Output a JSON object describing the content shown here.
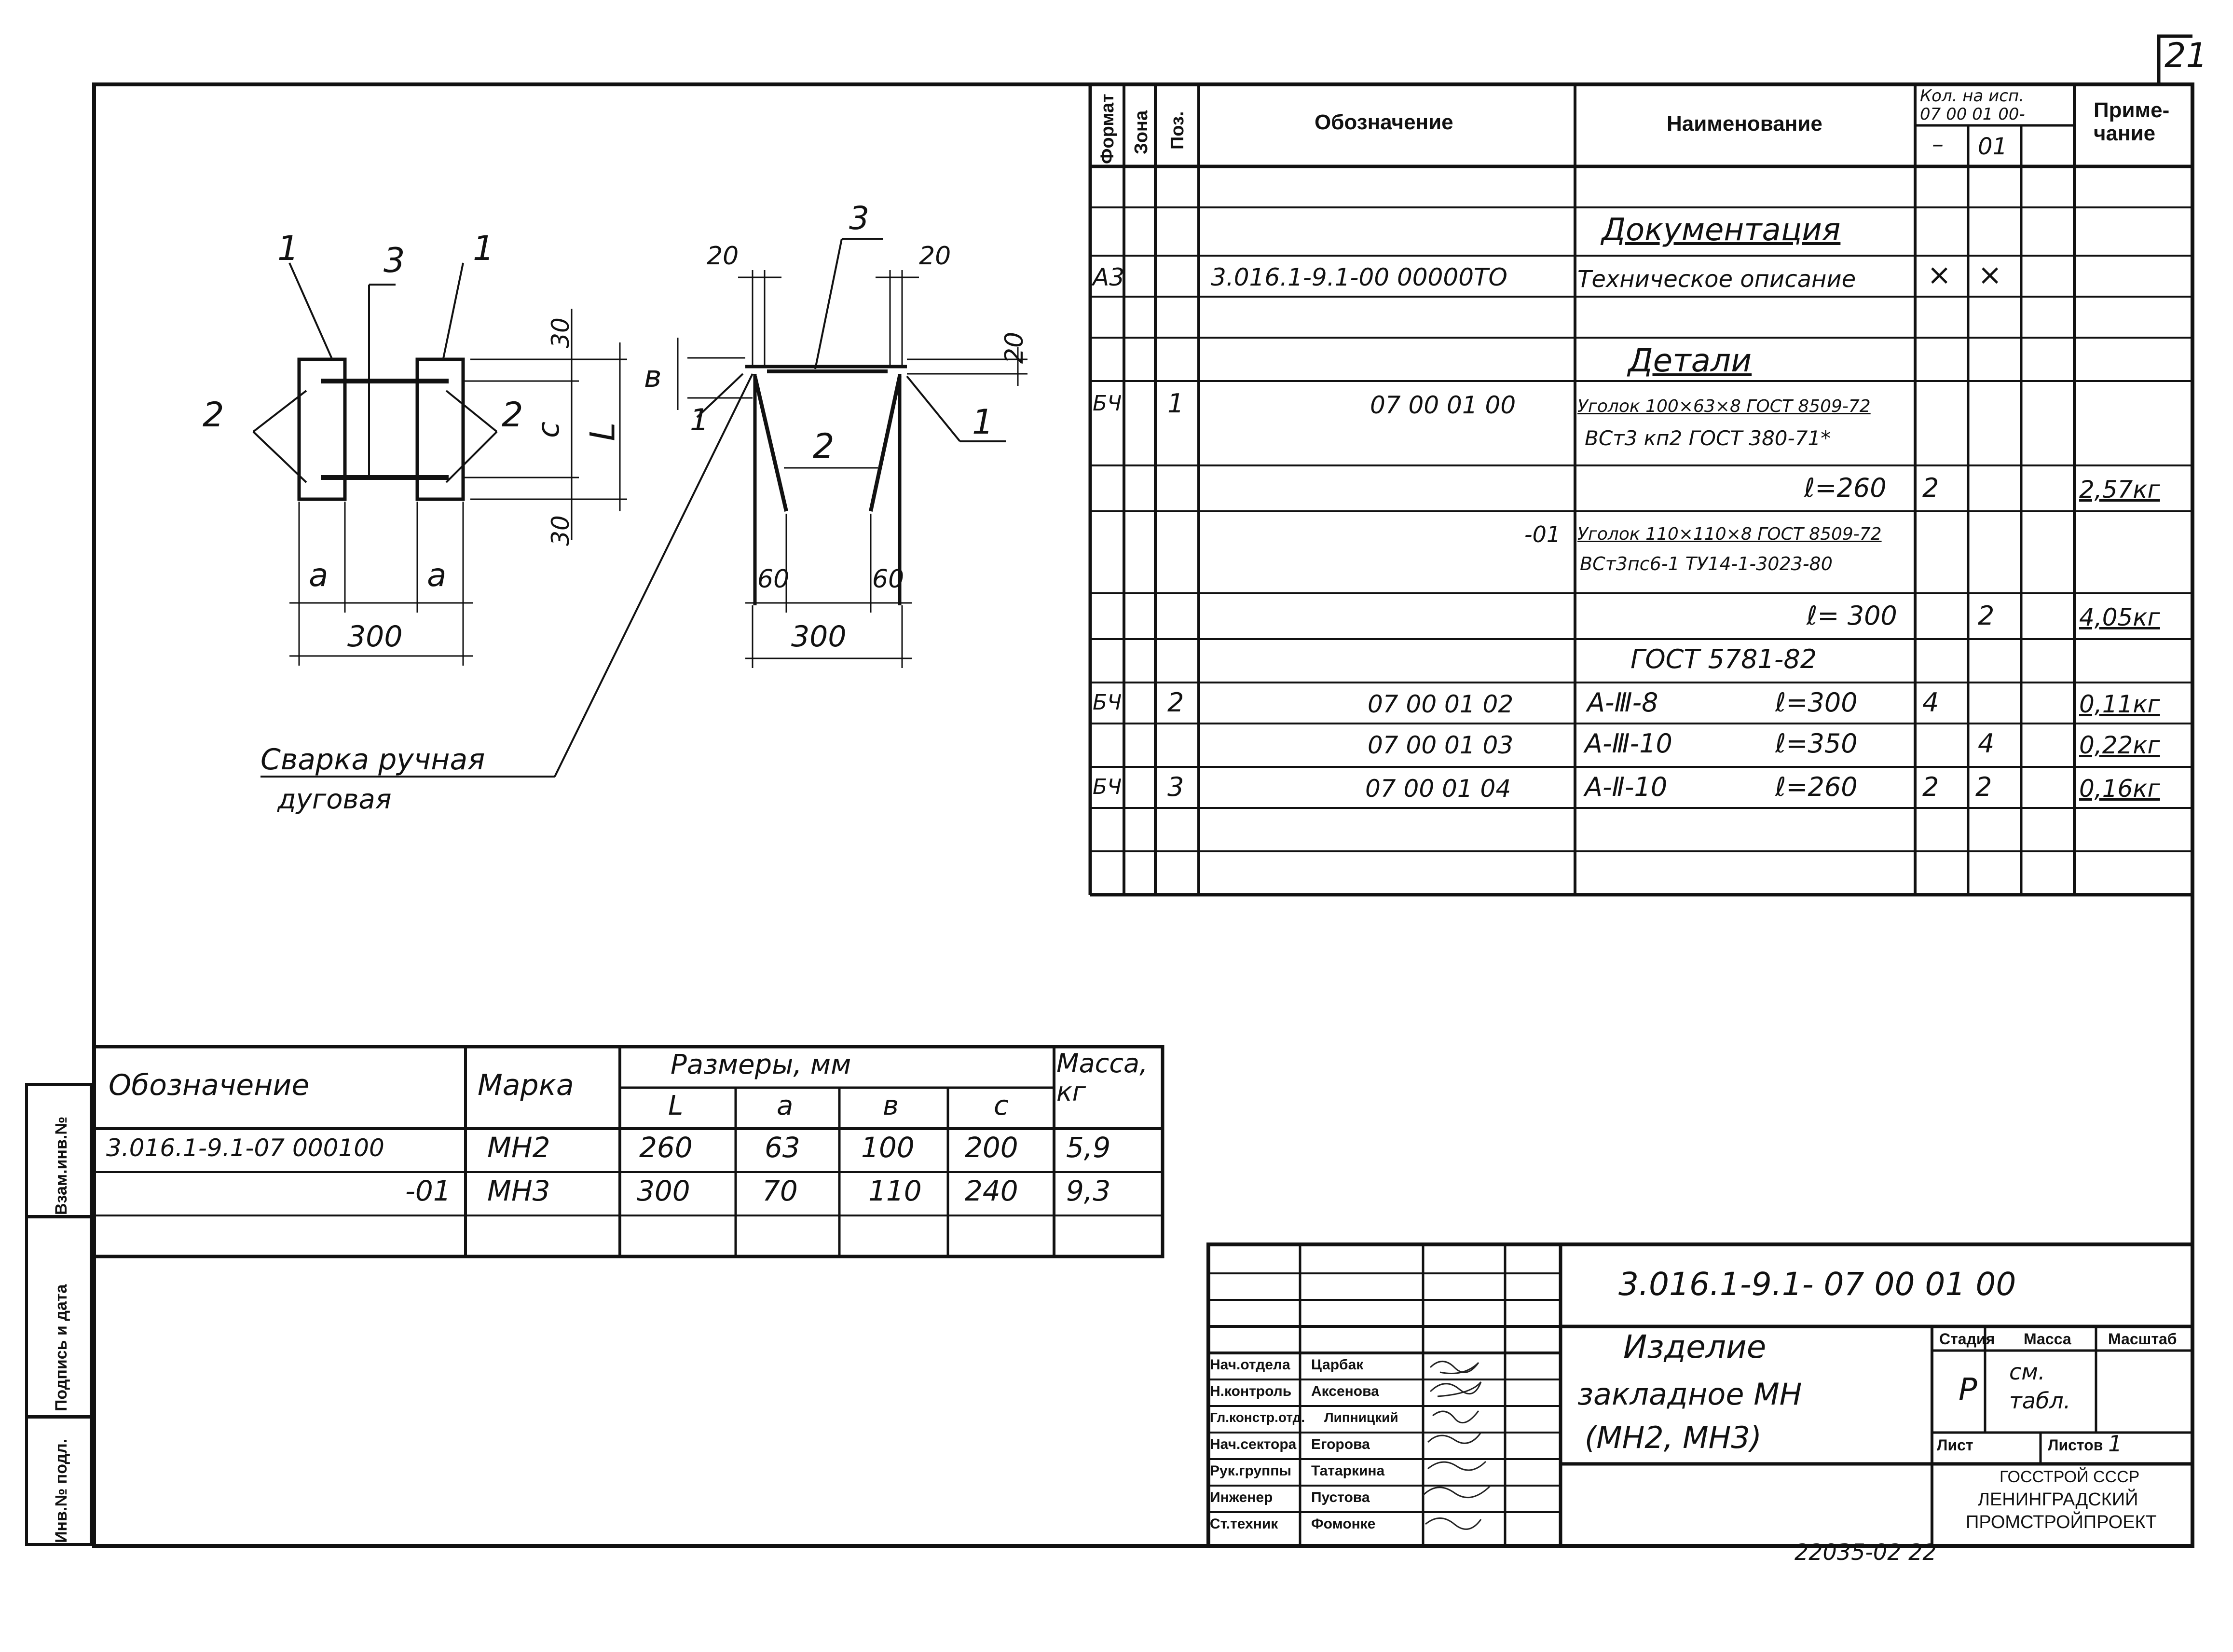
{
  "sheet": {
    "page_number": "21",
    "footer_code": "22035-02  22"
  },
  "spec_table": {
    "headers": {
      "format": "Формат",
      "zone": "Зона",
      "pos": "Поз.",
      "designation": "Обозначение",
      "name": "Наименование",
      "qty_top": "Кол. на исп.",
      "qty_code": "07 00 01 00-",
      "qty_col1": "–",
      "qty_col2": "01",
      "note": "Приме-\nчание"
    },
    "section_docs": "Документация",
    "doc_row": {
      "format": "А3",
      "designation": "3.016.1-9.1-00 00000ТО",
      "name": "Техническое описание",
      "q1": "×",
      "q2": "×"
    },
    "section_parts": "Детали",
    "rows": [
      {
        "format": "БЧ",
        "pos": "1",
        "designation": "07 00 01 00",
        "name1": "Уголок 100×63×8 ГОСТ 8509-72",
        "name2": "ВСт3 кп2   ГОСТ 380-71*"
      },
      {
        "length": "ℓ=260",
        "q1": "2",
        "note": "2,57кг"
      },
      {
        "designation": "-01",
        "name1": "Уголок 110×110×8  ГОСТ 8509-72",
        "name2": "ВСт3пс6-1 ТУ14-1-3023-80"
      },
      {
        "length": "ℓ= 300",
        "q2": "2",
        "note": "4,05кг"
      },
      {
        "name": "ГОСТ 5781-82"
      },
      {
        "format": "БЧ",
        "pos": "2",
        "designation": "07 00 01 02",
        "name1": "А-Ⅲ-8",
        "length": "ℓ=300",
        "q1": "4",
        "note": "0,11кг"
      },
      {
        "designation": "07 00 01 03",
        "name1": "А-Ⅲ-10",
        "length": "ℓ=350",
        "q2": "4",
        "note": "0,22кг"
      },
      {
        "format": "БЧ",
        "pos": "3",
        "designation": "07 00 01 04",
        "name1": "А-Ⅱ-10",
        "length": "ℓ=260",
        "q1": "2",
        "q2": "2",
        "note": "0,16кг"
      }
    ]
  },
  "drawing": {
    "left_view": {
      "labels": [
        "1",
        "3",
        "1",
        "2",
        "2",
        "с",
        "L",
        "30",
        "30",
        "а",
        "а",
        "300"
      ]
    },
    "right_view": {
      "labels": [
        "3",
        "20",
        "20",
        "20",
        "в",
        "1",
        "1",
        "2",
        "60",
        "60",
        "300"
      ]
    },
    "weld_note_1": "Сварка ручная",
    "weld_note_2": "дуговая"
  },
  "size_table": {
    "headers": {
      "designation": "Обозначение",
      "mark": "Марка",
      "dims": "Размеры,   мм",
      "L": "L",
      "a": "а",
      "b": "в",
      "c": "с",
      "mass": "Масса,\nкг"
    },
    "rows": [
      {
        "designation": "3.016.1-9.1-07 000100",
        "mark": "МН2",
        "L": "260",
        "a": "63",
        "b": "100",
        "c": "200",
        "mass": "5,9"
      },
      {
        "designation": "-01",
        "mark": "МН3",
        "L": "300",
        "a": "70",
        "b": "110",
        "c": "240",
        "mass": "9,3"
      }
    ]
  },
  "title_block": {
    "code": "3.016.1-9.1- 07 00 01 00",
    "title_l1": "Изделие",
    "title_l2": "закладное МН",
    "title_l3": "(МН2, МН3)",
    "stage_label": "Стадия",
    "mass_label": "Масса",
    "scale_label": "Масштаб",
    "stage": "Р",
    "mass_value": "см.\nтабл.",
    "sheet_label": "Лист",
    "sheets_label": "Листов",
    "sheets_value": "1",
    "org_l1": "ГОССТРОЙ СССР",
    "org_l2": "ЛЕНИНГРАДСКИЙ",
    "org_l3": "ПРОМСТРОЙПРОЕКТ",
    "staff": [
      {
        "role": "Нач.отдела",
        "name": "Царбак"
      },
      {
        "role": "Н.контроль",
        "name": "Аксенова"
      },
      {
        "role": "Гл.констр.отд.",
        "name": "Липницкий"
      },
      {
        "role": "Нач.сектора",
        "name": "Егорова"
      },
      {
        "role": "Рук.группы",
        "name": "Татаркина"
      },
      {
        "role": "Инженер",
        "name": "Пустова"
      },
      {
        "role": "Ст.техник",
        "name": "Фомонке"
      }
    ]
  },
  "side_stamp": {
    "box1": "Взам.инв.№",
    "box2": "Подпись и дата",
    "box3": "Инв.№ подл."
  }
}
